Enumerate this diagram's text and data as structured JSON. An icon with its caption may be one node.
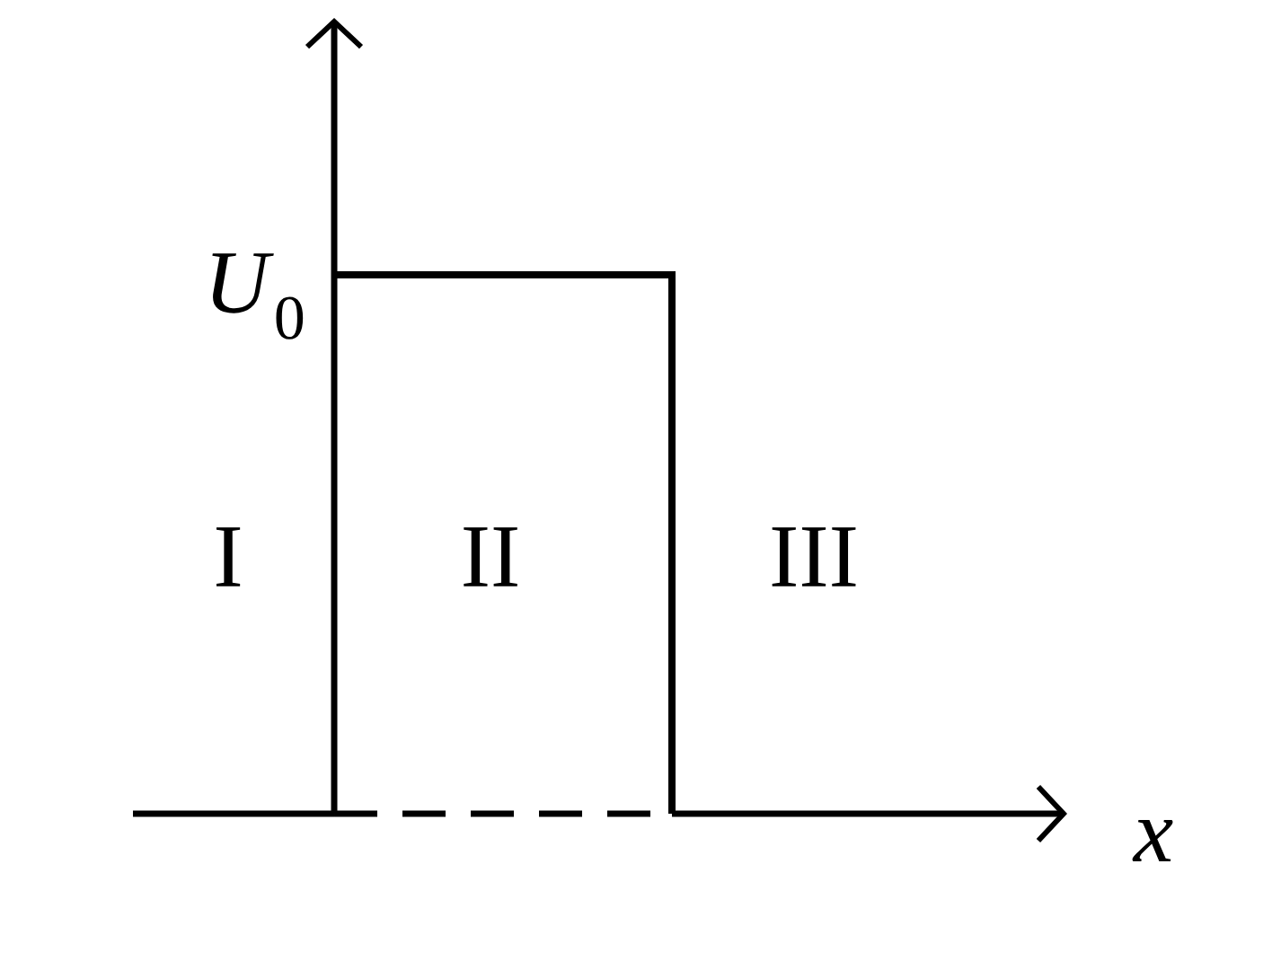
{
  "diagram": {
    "labels": [
      "*U*$_{0}$",
      "I",
      "II",
      "III",
      "x"
    ]
  }
}
